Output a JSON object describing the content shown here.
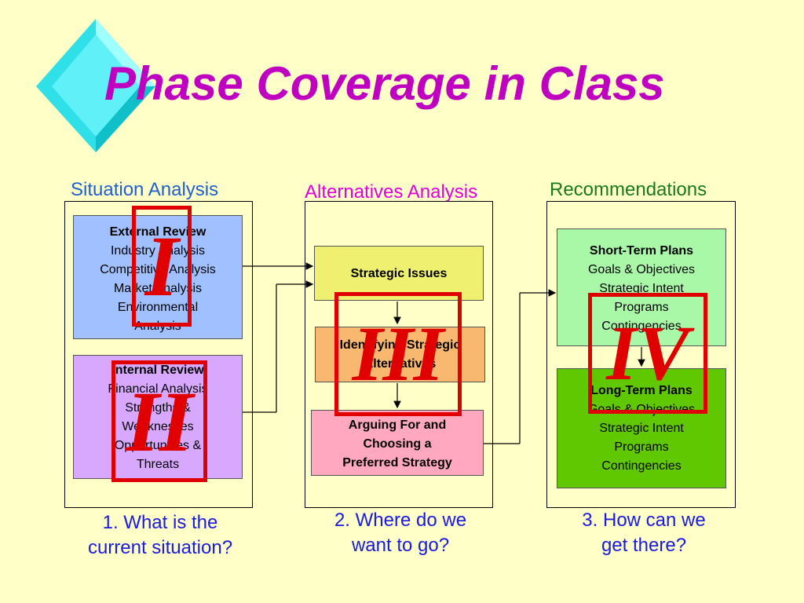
{
  "title": "Phase Coverage in Class",
  "columns": {
    "situation": {
      "heading": "Situation Analysis",
      "question": [
        "1. What is the",
        "current situation?"
      ],
      "external": {
        "header": "External Review",
        "lines": [
          "Industry Analysis",
          "Competitive Analysis",
          "Market Analysis",
          "Environmental",
          "Analysis"
        ]
      },
      "internal": {
        "header": "Internal Review",
        "lines": [
          "Financial Analysis",
          "Strengths &",
          "Weaknesses",
          "Opportunities &",
          "Threats"
        ]
      }
    },
    "alternatives": {
      "heading": "Alternatives Analysis",
      "question": [
        "2. Where do we",
        "want to go?"
      ],
      "issues": "Strategic Issues",
      "identifying": [
        "Identifying Strategic",
        "Alternatives"
      ],
      "arguing": [
        "Arguing For and",
        "Choosing a",
        "Preferred Strategy"
      ]
    },
    "recommendations": {
      "heading": "Recommendations",
      "question": [
        "3. How can we",
        "get there?"
      ],
      "short_term": {
        "header": "Short-Term Plans",
        "lines": [
          "Goals & Objectives",
          "Strategic Intent",
          "Programs",
          "Contingencies"
        ]
      },
      "long_term": {
        "header": "Long-Term Plans",
        "lines": [
          "Goals & Objectives",
          "Strategic Intent",
          "Programs",
          "Contingencies"
        ]
      }
    }
  },
  "phases": {
    "p1": "I",
    "p2": "II",
    "p3": "III",
    "p4": "IV"
  },
  "colors": {
    "title": "#c000c0",
    "situation_heading": "#1f5fd0",
    "alternatives_heading": "#e000e0",
    "recommendations_heading": "#1a7a1a",
    "question_text": "#1a1ae0",
    "external_fill": "#a0c0ff",
    "internal_fill": "#d8a8ff",
    "issues_fill": "#f0f070",
    "identifying_fill": "#f8b870",
    "arguing_fill": "#ffa8c0",
    "short_term_fill": "#a8f8a8",
    "long_term_fill": "#60c800",
    "phase_marker": "#e00000"
  }
}
